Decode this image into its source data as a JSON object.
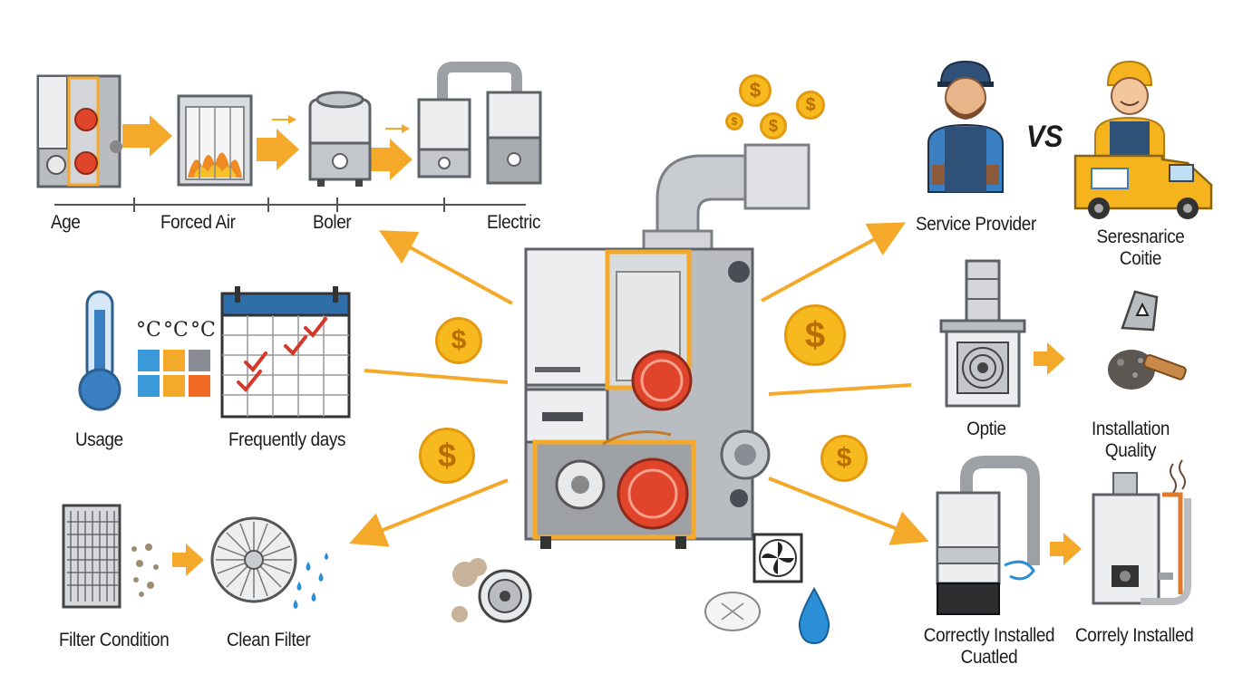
{
  "labels": {
    "age": "Age",
    "forced_air": "Forced Air",
    "boiler": "Boler",
    "electric": "Electric",
    "usage": "Usage",
    "frequency": "Frequently days",
    "filter_condition": "Filter Condition",
    "clean_filter": "Clean Filter",
    "service_provider": "Service Provider",
    "vs": "VS",
    "service_cost_line1": "Seresnarice",
    "service_cost_line2": "Coitie",
    "optie": "Optie",
    "install_quality_line1": "Installation",
    "install_quality_line2": "Quality",
    "correct_installed_line1": "Correctly Installed",
    "correct_installed_line2": "Cuatled",
    "correctly_installed": "Correly Installed"
  },
  "symbols": {
    "currency": "$",
    "celsius": "°C"
  },
  "colors": {
    "accent_yellow": "#f4a92a",
    "coin": "#f6b91e",
    "furnace_gray": "#b9bcc0",
    "burner_red": "#e0442a",
    "blue": "#3a7fc1"
  }
}
